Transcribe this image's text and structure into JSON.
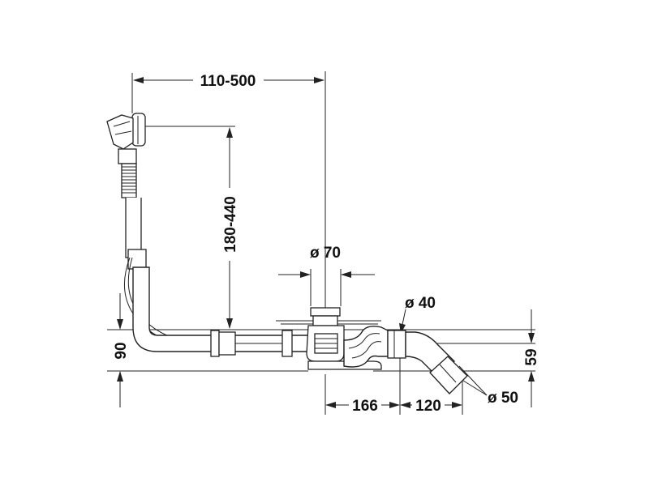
{
  "dimensions": {
    "overflow_reach": "110-500",
    "overflow_height": "180-440",
    "drain_diameter": "ø 70",
    "outlet_diameter_small": "ø 40",
    "outlet_diameter_large": "ø 50",
    "height_left": "90",
    "height_right": "59",
    "distance_drain_outlet": "166",
    "distance_outlet_end": "120"
  }
}
